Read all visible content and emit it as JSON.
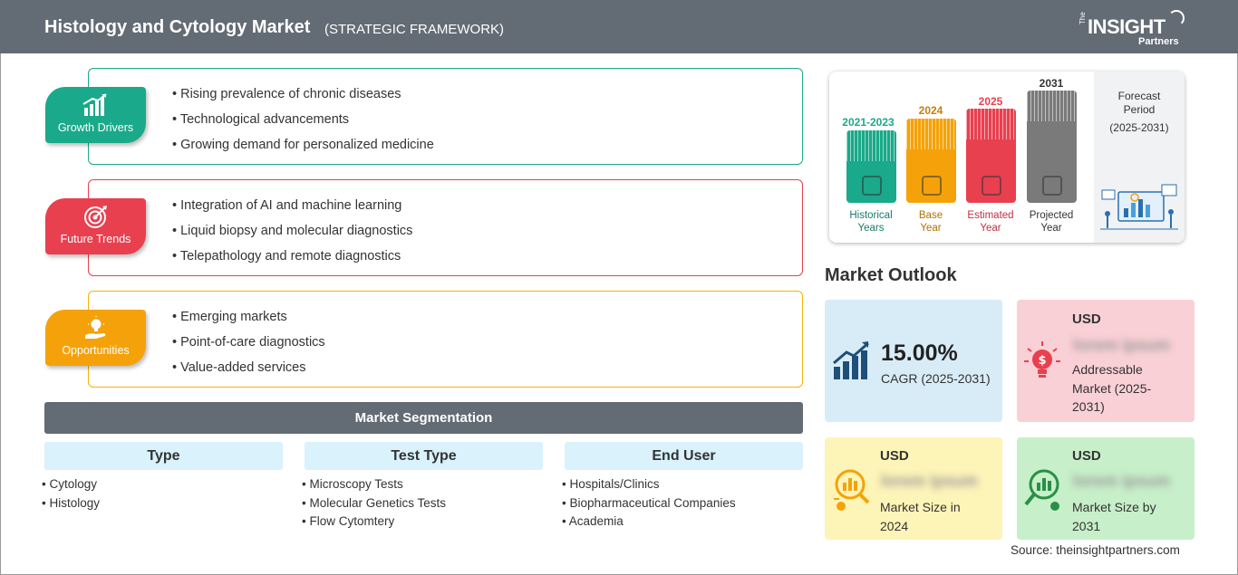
{
  "header": {
    "title": "Histology and Cytology Market",
    "subtitle": "(STRATEGIC FRAMEWORK)"
  },
  "logo": {
    "the": "The",
    "insight": "INSIGHT",
    "partners": "Partners"
  },
  "drivers": [
    {
      "label": "Growth Drivers",
      "color": "#1aa98a",
      "icon": "bar-chart-icon",
      "items": [
        "Rising prevalence of chronic diseases",
        "Technological advancements",
        "Growing demand for personalized medicine"
      ]
    },
    {
      "label": "Future Trends",
      "color": "#e8404f",
      "icon": "target-icon",
      "items": [
        "Integration of AI and machine learning",
        "Liquid biopsy and molecular diagnostics",
        "Telepathology and remote diagnostics"
      ]
    },
    {
      "label": "Opportunities",
      "color": "#f5a20a",
      "icon": "lightbulb-hand-icon",
      "items": [
        "Emerging markets",
        "Point-of-care diagnostics",
        "Value-added services"
      ]
    }
  ],
  "segmentation": {
    "title": "Market Segmentation",
    "columns": [
      {
        "head": "Type",
        "items": [
          "Cytology",
          "Histology"
        ]
      },
      {
        "head": "Test Type",
        "items": [
          "Microscopy Tests",
          "Molecular Genetics Tests",
          "Flow Cytomtery"
        ]
      },
      {
        "head": "End User",
        "items": [
          "Hospitals/Clinics",
          "Biopharmaceutical Companies",
          "Academia"
        ]
      }
    ]
  },
  "timeline": {
    "bars": [
      {
        "year": "2021-2023",
        "label_1": "Historical",
        "label_2": "Years",
        "color": "#1aa98a",
        "icon": "history-icon"
      },
      {
        "year": "2024",
        "label_1": "Base",
        "label_2": "Year",
        "color": "#f5a20a",
        "icon": "calendar-icon"
      },
      {
        "year": "2025",
        "label_1": "Estimated",
        "label_2": "Year",
        "color": "#e8404f",
        "icon": "gear-chart-icon"
      },
      {
        "year": "2031",
        "label_1": "Projected",
        "label_2": "Year",
        "color": "#7a7a7a",
        "icon": "presentation-icon"
      }
    ],
    "forecast_1": "Forecast",
    "forecast_2": "Period",
    "forecast_3": "(2025-2031)"
  },
  "outlook": {
    "title": "Market Outlook",
    "cagr": {
      "value": "15.00%",
      "label": "CAGR (2025-2031)",
      "color": "#d8ecf7"
    },
    "addressable": {
      "usd": "USD",
      "value": "lorem ipsum",
      "label_1": "Addressable",
      "label_2": "Market (2025-",
      "label_3": "2031)",
      "color": "#f9d0d5"
    },
    "size_2024": {
      "usd": "USD",
      "value": "lorem ipsum",
      "label_1": "Market Size in",
      "label_2": "2024",
      "color": "#fdf4b8"
    },
    "size_2031": {
      "usd": "USD",
      "value": "lorem ipsum",
      "label_1": "Market Size by",
      "label_2": "2031",
      "color": "#c7efc9"
    }
  },
  "source": "Source: theinsightpartners.com"
}
